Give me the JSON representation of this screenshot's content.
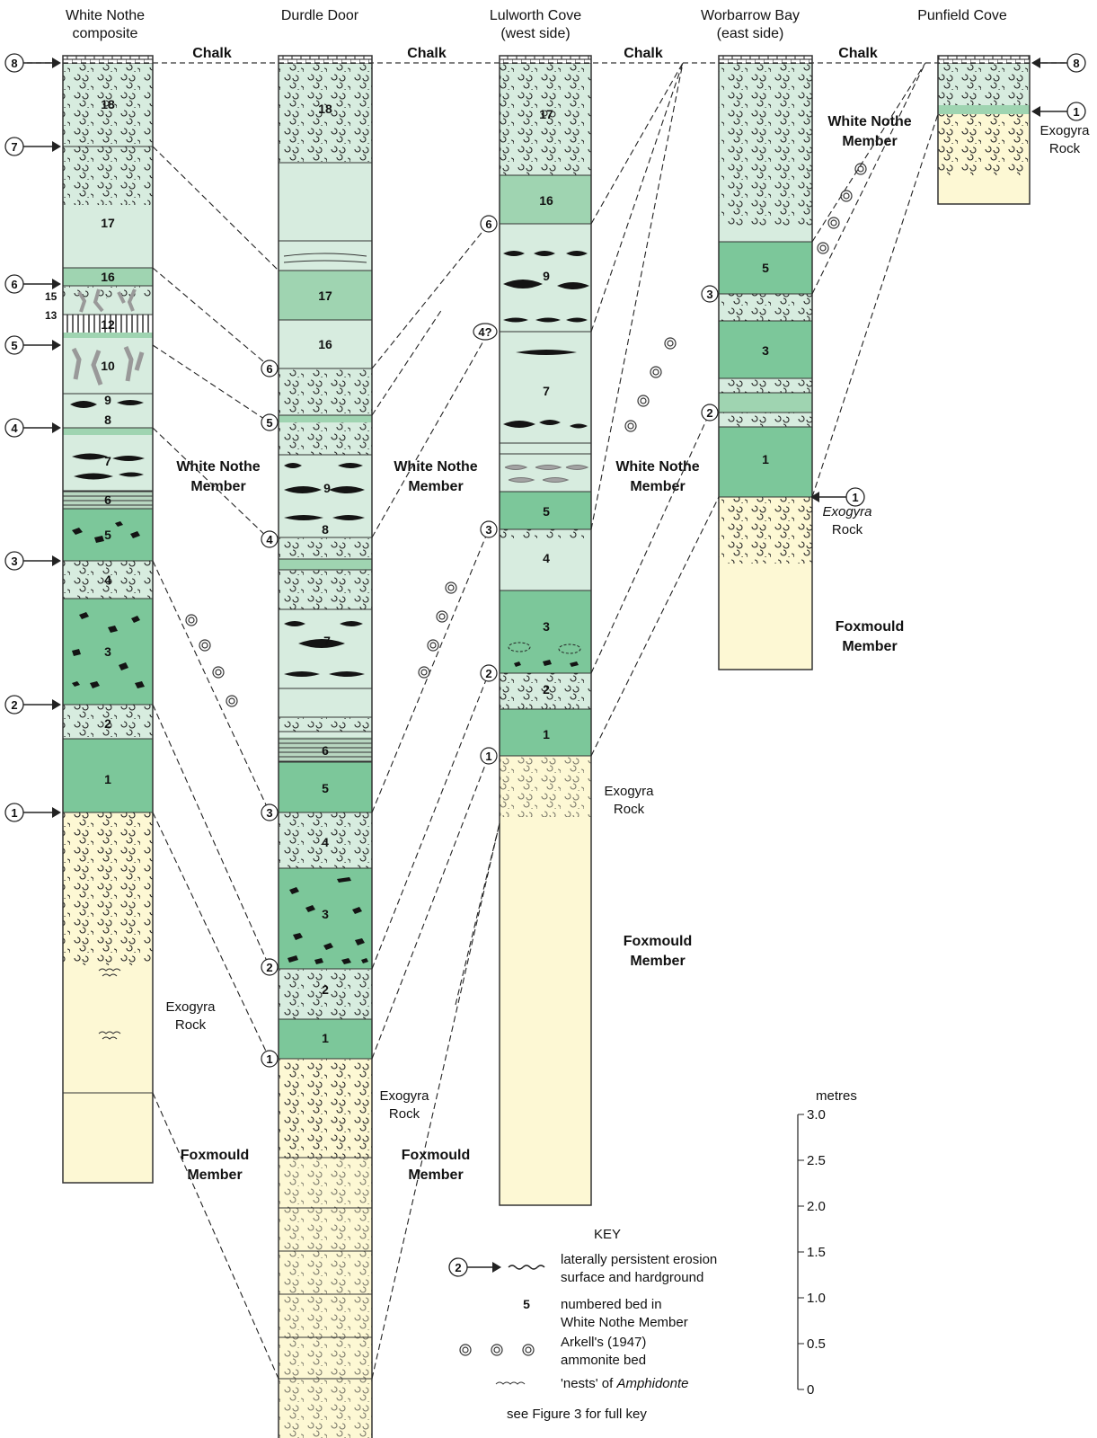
{
  "columns": [
    {
      "title_line1": "White Nothe",
      "title_line2": "composite"
    },
    {
      "title_line1": "Durdle Door",
      "title_line2": ""
    },
    {
      "title_line1": "Lulworth Cove",
      "title_line2": "(west side)"
    },
    {
      "title_line1": "Worbarrow Bay",
      "title_line2": "(east side)"
    },
    {
      "title_line1": "Punfield Cove",
      "title_line2": ""
    }
  ],
  "labels": {
    "chalk": "Chalk",
    "white_nothe_1": "White Nothe",
    "white_nothe_2": "Member",
    "foxmould_1": "Foxmould",
    "foxmould_2": "Member",
    "exogyra_1": "Exogyra",
    "exogyra_2": "Rock"
  },
  "beds": {
    "wn": [
      "18",
      "17",
      "16",
      "15",
      "13",
      "12",
      "10",
      "9",
      "8",
      "7",
      "6",
      "5",
      "4",
      "3",
      "2",
      "1"
    ],
    "dd": [
      "18",
      "17",
      "16",
      "9",
      "8",
      "7",
      "6",
      "5",
      "4",
      "3",
      "2",
      "1"
    ],
    "lc": [
      "17",
      "16",
      "9",
      "7",
      "5",
      "4",
      "3",
      "2",
      "1"
    ],
    "wb": [
      "5",
      "3",
      "1"
    ]
  },
  "surfaces": [
    "1",
    "2",
    "3",
    "4",
    "4?",
    "5",
    "6",
    "7",
    "8"
  ],
  "scale": {
    "unit": "metres",
    "ticks": [
      "3.0",
      "2.5",
      "2.0",
      "1.5",
      "1.0",
      "0.5",
      "0"
    ]
  },
  "key": {
    "title": "KEY",
    "erosion_line1": "laterally persistent erosion",
    "erosion_line2": "surface and hardground",
    "bed_number": "5",
    "bed_line1": "numbered bed in",
    "bed_line2": "White Nothe Member",
    "ammonite_line1": "Arkell's (1947)",
    "ammonite_line2": "ammonite bed",
    "nests_prefix": "'nests' of ",
    "nests_genus": "Amphidonte",
    "footer": "see Figure 3 for full key"
  },
  "colors": {
    "pale_green": "#d7ecdf",
    "mid_green": "#9fd4b1",
    "dark_green": "#7cc79a",
    "sand": "#fdf8d4",
    "nodule": "#141414",
    "grey": "#a3a3a3"
  }
}
